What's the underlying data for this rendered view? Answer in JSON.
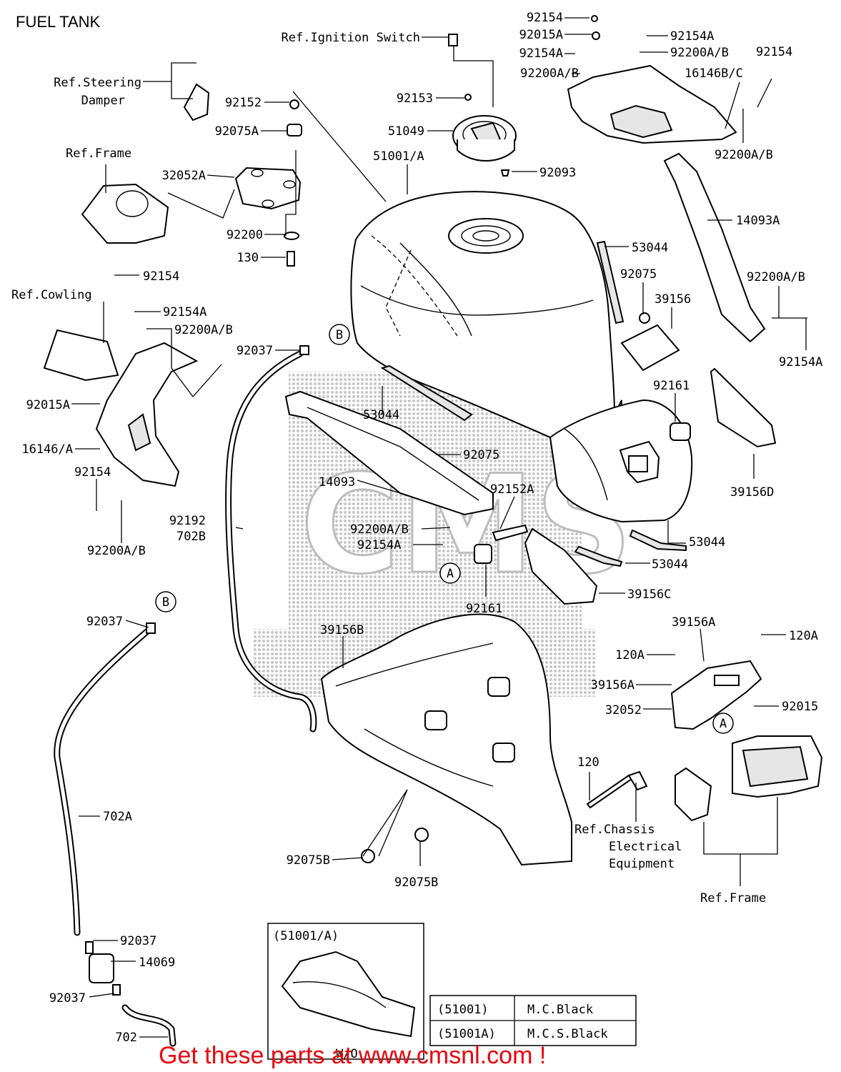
{
  "title": "FUEL TANK",
  "footer": "Get these parts at www.cmsnl.com !",
  "watermark_text": "CMS",
  "callouts": {
    "b_top": "B",
    "b_bottom": "B",
    "a_center": "A",
    "a_right": "A"
  },
  "labels": {
    "l92154_top": "92154",
    "l92015A_top": "92015A",
    "l92154A_top": "92154A",
    "l92200AB_top": "92200A/B",
    "l92154A_r1": "92154A",
    "l92200AB_r1": "92200A/B",
    "l92154_r1": "92154",
    "l16146BC": "16146B/C",
    "l92200AB_r2": "92200A/B",
    "l14093A": "14093A",
    "l92200AB_r3": "92200A/B",
    "l92154A_r2": "92154A",
    "ref_ignition": "Ref.Ignition Switch",
    "ref_steering_1": "Ref.Steering",
    "ref_steering_2": "Damper",
    "l92152": "92152",
    "l92075A": "92075A",
    "l92153": "92153",
    "l51049": "51049",
    "l92093": "92093",
    "ref_frame_top": "Ref.Frame",
    "l32052A": "32052A",
    "l51001A": "51001/A",
    "l92200": "92200",
    "l130": "130",
    "l53044_a": "53044",
    "l92075_a": "92075",
    "l39156": "39156",
    "l92154_l1": "92154",
    "ref_cowling": "Ref.Cowling",
    "l92154A_l1": "92154A",
    "l92200AB_l1": "92200A/B",
    "l92037_a": "92037",
    "l92015A_l": "92015A",
    "l53044_b": "53044",
    "l16146A": "16146/A",
    "l92161_a": "92161",
    "l92075_b": "92075",
    "l92154_l2": "92154",
    "l14093": "14093",
    "l92152A": "92152A",
    "l39156D": "39156D",
    "l92192": "92192",
    "l702B": "702B",
    "l92200AB_c": "92200A/B",
    "l92154A_c": "92154A",
    "l92200AB_l2": "92200A/B",
    "l53044_c": "53044",
    "l53044_d": "53044",
    "l39156C": "39156C",
    "l92161_b": "92161",
    "l92037_b": "92037",
    "l39156B": "39156B",
    "l39156A_a": "39156A",
    "l120A_a": "120A",
    "l120A_b": "120A",
    "l39156A_b": "39156A",
    "l32052": "32052",
    "l92015": "92015",
    "l120": "120",
    "l702A": "702A",
    "ref_chassis_1": "Ref.Chassis",
    "ref_chassis_2": "Electrical",
    "ref_chassis_3": "Equipment",
    "l92075B_a": "92075B",
    "l92075B_b": "92075B",
    "ref_frame_bottom": "Ref.Frame",
    "l92037_c": "92037",
    "l14069": "14069",
    "l92037_d": "92037",
    "l702": "702",
    "inset_title": "(51001/A)",
    "inset_code": "W/O"
  },
  "color_table": {
    "rows": [
      {
        "part": "(51001)",
        "color": "M.C.Black"
      },
      {
        "part": "(51001A)",
        "color": "M.C.S.Black"
      }
    ]
  },
  "colors": {
    "footer_red": "#e8000c",
    "line": "#000000",
    "background": "#ffffff"
  }
}
